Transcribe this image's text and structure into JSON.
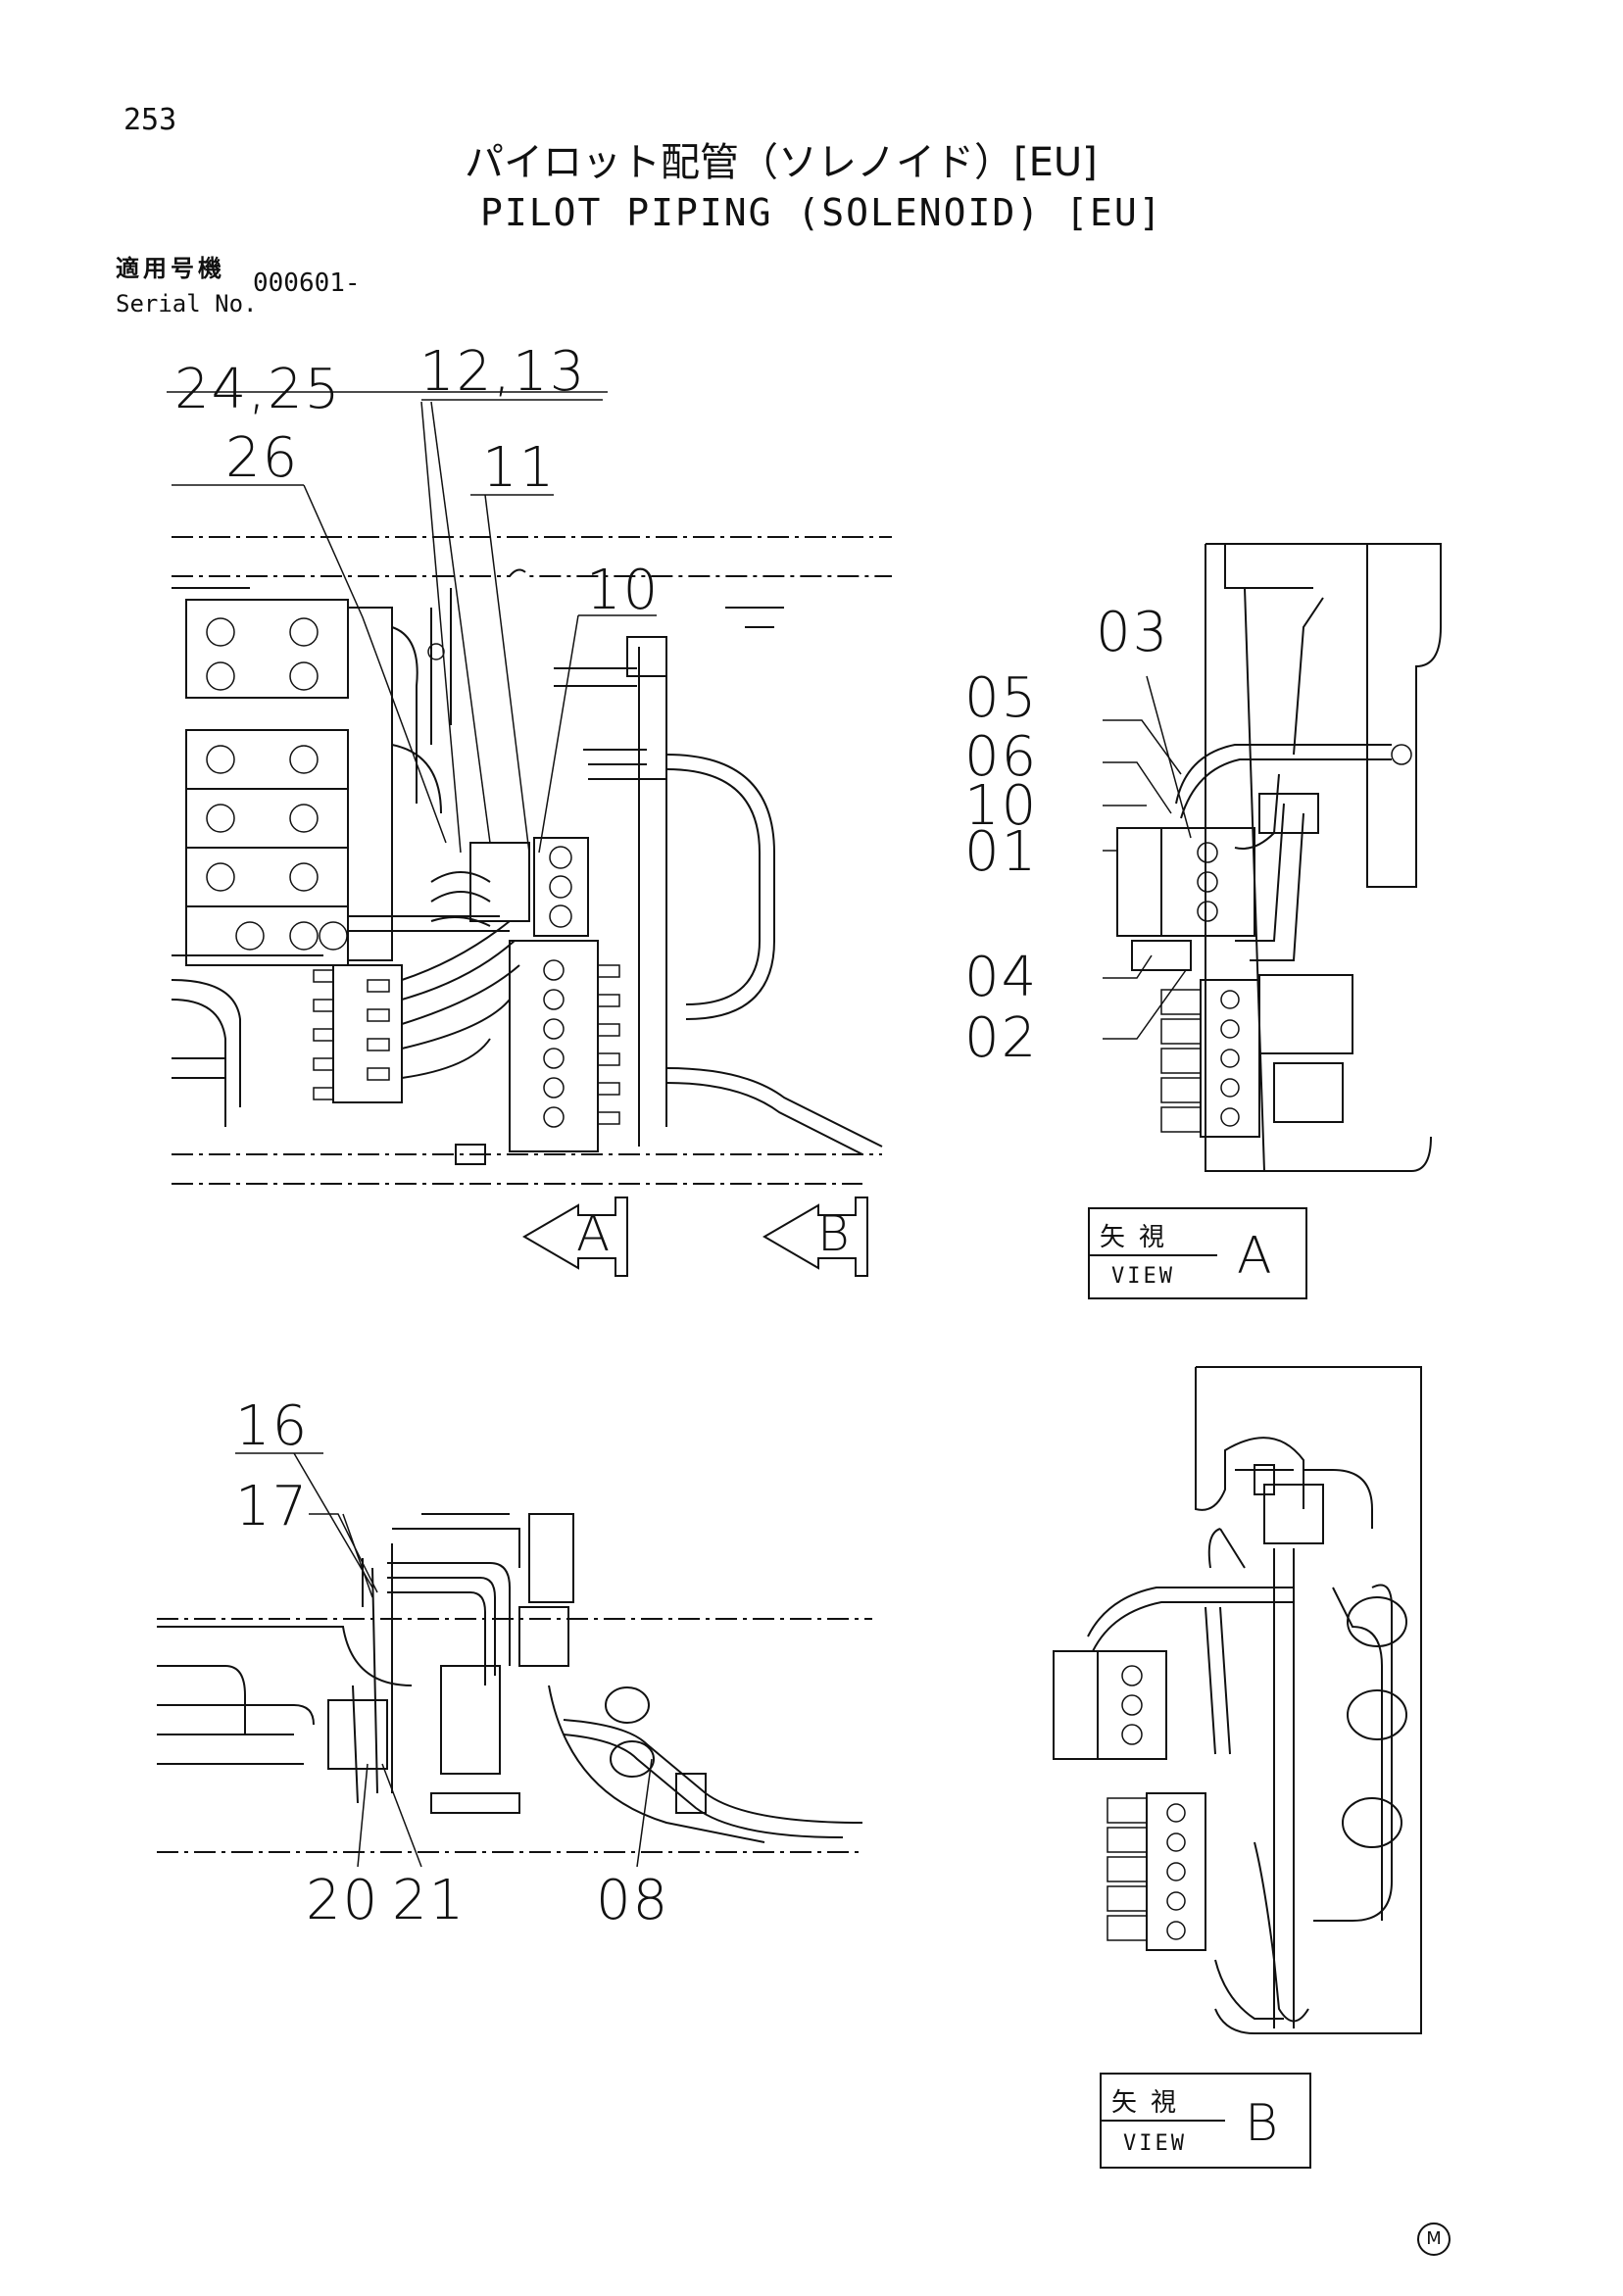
{
  "header": {
    "page_number": "253",
    "title_jp": "パイロット配管（ソレノイド）[EU]",
    "title_en": "PILOT PIPING (SOLENOID) [EU]",
    "serial_label_jp": "適用号機",
    "serial_label_en": "Serial No.",
    "serial_value": "000601-"
  },
  "callouts": {
    "c24_25": "24,25",
    "c12_13": "12,13",
    "c26": "26",
    "c11": "11",
    "c10_main": "10",
    "c03": "03",
    "c05": "05",
    "c06": "06",
    "c10_view": "10",
    "c01": "01",
    "c04": "04",
    "c02": "02",
    "c16": "16",
    "c17": "17",
    "c20": "20",
    "c21": "21",
    "c08": "08"
  },
  "arrows": {
    "a": "A",
    "b": "B"
  },
  "view_a": {
    "jp": "矢視",
    "en": "VIEW",
    "letter": "A"
  },
  "view_b": {
    "jp": "矢視",
    "en": "VIEW",
    "letter": "B"
  },
  "footer": {
    "mark": "M"
  }
}
